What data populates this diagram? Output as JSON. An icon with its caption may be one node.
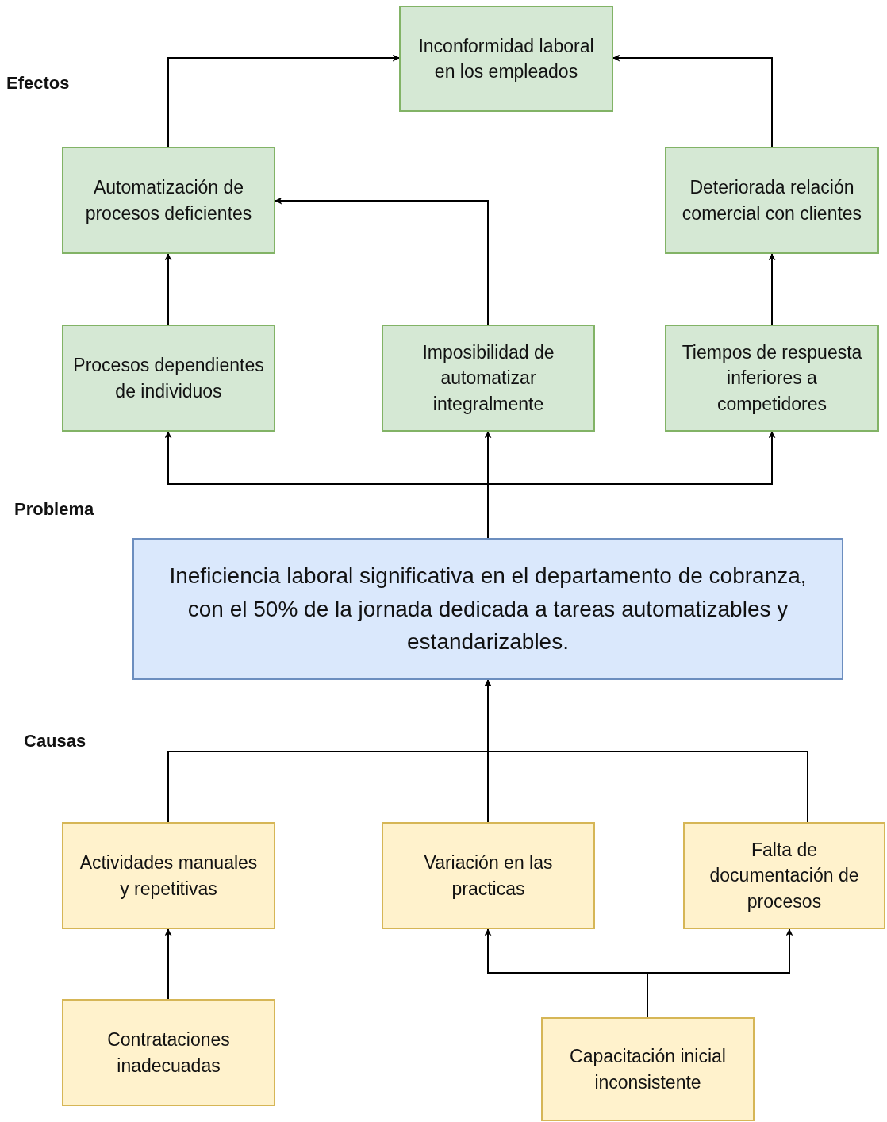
{
  "diagram": {
    "nodes": [
      {
        "text": [
          "Inconformidad laboral en los empleados"
        ]
      },
      {
        "text": [
          "Automatización de procesos deficientes"
        ]
      },
      {
        "text": [
          "Deteriorada relación comercial con clientes"
        ]
      },
      {
        "text": [
          "Procesos dependientes de individuos"
        ]
      },
      {
        "text": [
          "Imposibilidad de automatizar integralmente"
        ]
      },
      {
        "text": [
          "Tiempos de respuesta inferiores a competidores"
        ]
      },
      {
        "text": [
          "Ineficiencia laboral significativa en el departamento de cobranza, con el 50% de la jornada dedicada a tareas automatizables y estandarizables."
        ]
      },
      {
        "text": [
          "Actividades manuales y repetitivas"
        ]
      },
      {
        "text": [
          "Variación en las practicas"
        ]
      },
      {
        "text": [
          "Falta de documentación de procesos"
        ]
      },
      {
        "text": [
          "Contrataciones inadecuadas"
        ]
      },
      {
        "text": [
          "Capacitación inicial inconsistente"
        ]
      }
    ],
    "edges": [
      {
        "from": 1,
        "to": 0,
        "arrow": "to"
      },
      {
        "from": 2,
        "to": 0,
        "arrow": "to"
      },
      {
        "from": 4,
        "to": 1,
        "arrow": "to"
      },
      {
        "from": 3,
        "to": 1,
        "arrow": "to"
      },
      {
        "from": 5,
        "to": 2,
        "arrow": "to"
      },
      {
        "from": 6,
        "to": 3,
        "arrow": "to"
      },
      {
        "from": 6,
        "to": 4,
        "arrow": "to"
      },
      {
        "from": 6,
        "to": 5,
        "arrow": "to"
      },
      {
        "from": 7,
        "to": 6,
        "arrow": "to"
      },
      {
        "from": 8,
        "to": 6,
        "arrow": "to"
      },
      {
        "from": 9,
        "to": 6,
        "arrow": "to"
      },
      {
        "from": 10,
        "to": 7,
        "arrow": "to"
      },
      {
        "from": 11,
        "to": 8,
        "arrow": "to"
      },
      {
        "from": 11,
        "to": 9,
        "arrow": "to"
      }
    ],
    "labels": [
      "Efectos",
      "Problema",
      "Causas"
    ]
  }
}
